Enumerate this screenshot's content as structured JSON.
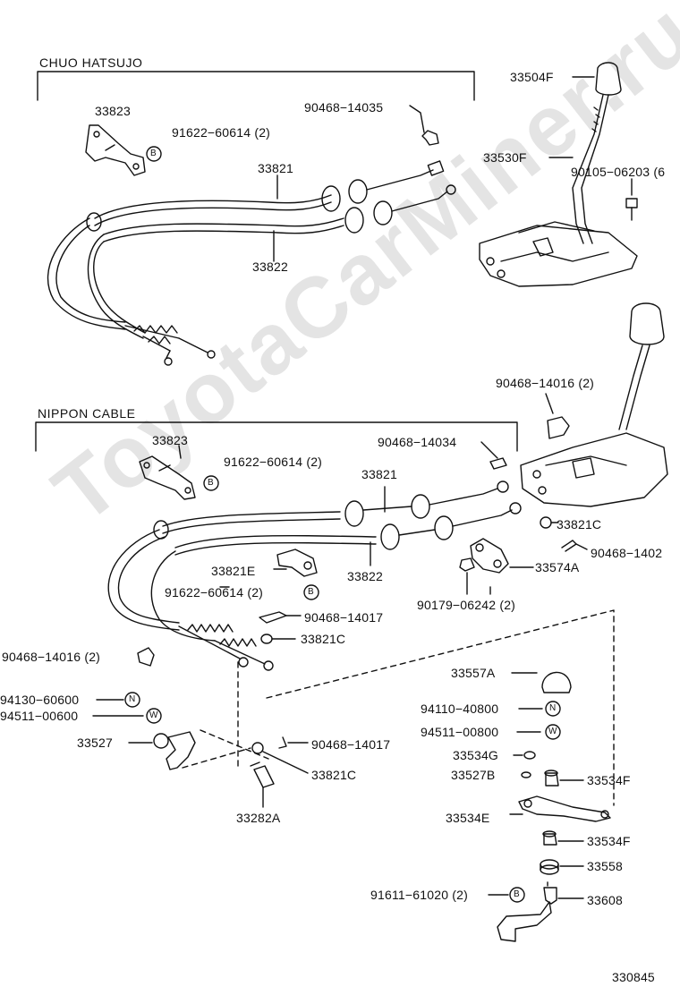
{
  "watermark": "ToyotaCarMiner.ru",
  "sections": {
    "chuo": "CHUO HATSUJO",
    "nippon": "NIPPON CABLE"
  },
  "labels": {
    "p33823_top": "33823",
    "p91622_top": "91622−60614 (2)",
    "p90468_14035": "90468−14035",
    "p33821_top": "33821",
    "p33822_top": "33822",
    "p33504F": "33504F",
    "p33530F": "33530F",
    "p90105": "90105−06203 (6",
    "p90468_14016_r": "90468−14016 (2)",
    "p33823_mid": "33823",
    "p91622_mid": "91622−60614 (2)",
    "p90468_14034": "90468−14034",
    "p33821_mid": "33821",
    "p33821C_r": "33821C",
    "p90468_1402": "90468−1402",
    "p33821E": "33821E",
    "p33822_mid": "33822",
    "p33574A": "33574A",
    "p91622_e": "91622−60614 (2)",
    "p90179": "90179−06242 (2)",
    "p90468_14017_a": "90468−14017",
    "p33821C_a": "33821C",
    "p90468_14016_l": "90468−14016 (2)",
    "p33557A": "33557A",
    "p94130": "94130−60600",
    "p94110": "94110−40800",
    "p94511_06": "94511−00600",
    "p94511_08": "94511−00800",
    "p33527": "33527",
    "p90468_14017_b": "90468−14017",
    "p33534G": "33534G",
    "p33821C_b": "33821C",
    "p33527B": "33527B",
    "p33534F_a": "33534F",
    "p33282A": "33282A",
    "p33534E": "33534E",
    "p33534F_b": "33534F",
    "p33558": "33558",
    "p91611": "91611−61020 (2)",
    "p33608": "33608",
    "diagram_no": "330845"
  },
  "symbols": {
    "b": "B",
    "n": "N",
    "w": "W"
  },
  "colors": {
    "ink": "#111111",
    "watermark": "#e4e4e4"
  }
}
